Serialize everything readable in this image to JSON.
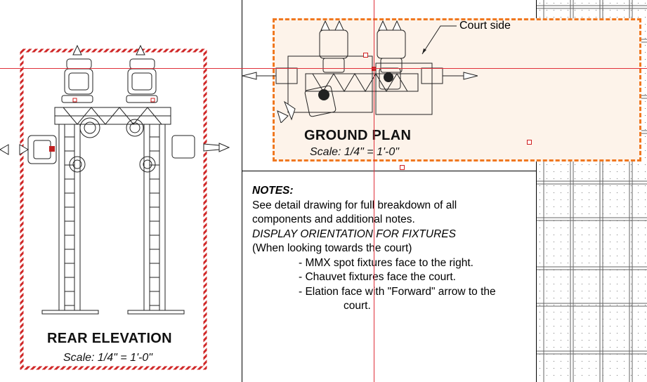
{
  "rear_elevation": {
    "title": "REAR ELEVATION",
    "scale": "Scale: 1/4\" = 1'-0\""
  },
  "ground_plan": {
    "title": "GROUND PLAN",
    "scale": "Scale: 1/4\" = 1'-0\"",
    "callout": "Court side"
  },
  "notes": {
    "heading": "NOTES:",
    "line1": "See detail drawing for full breakdown of all",
    "line2": "components and additional notes.",
    "subheading": "DISPLAY ORIENTATION FOR FIXTURES",
    "line3": "(When looking towards the court)",
    "bullet1": "- MMX spot fixtures face to the right.",
    "bullet2": "- Chauvet fixtures face the court.",
    "bullet3": "- Elation face with \"Forward\" arrow to the",
    "bullet3_cont": "court."
  },
  "colors": {
    "selection_orange": "#f07820",
    "hatch_red": "#d02828",
    "crosshair_red": "#e0303a",
    "ground_plan_fill": "#fdf3ea"
  }
}
